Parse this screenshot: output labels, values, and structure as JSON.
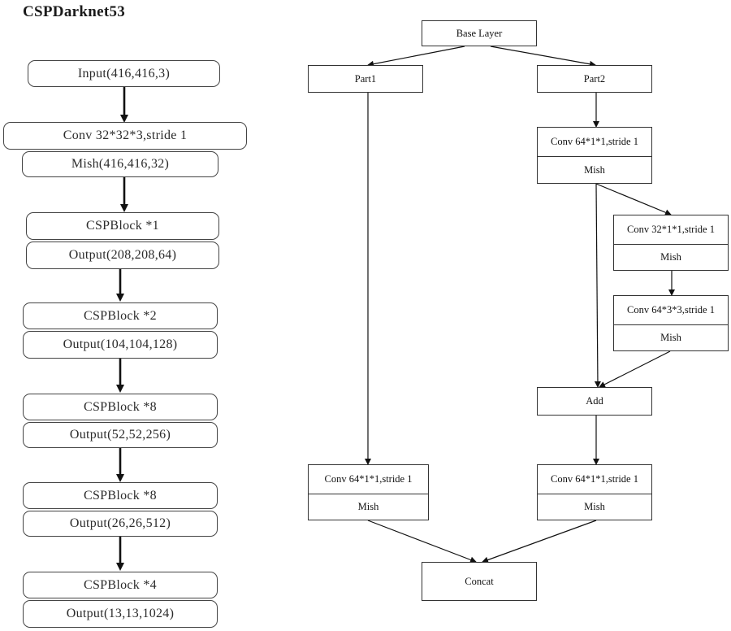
{
  "title": "CSPDarknet53",
  "left": {
    "input": "Input(416,416,3)",
    "conv": "Conv 32*32*3,stride 1",
    "mish": "Mish(416,416,32)",
    "blocks": [
      {
        "name": "CSPBlock *1",
        "output": "Output(208,208,64)"
      },
      {
        "name": "CSPBlock *2",
        "output": "Output(104,104,128)"
      },
      {
        "name": "CSPBlock *8",
        "output": "Output(52,52,256)"
      },
      {
        "name": "CSPBlock *8",
        "output": "Output(26,26,512)"
      },
      {
        "name": "CSPBlock *4",
        "output": "Output(13,13,1024)"
      }
    ]
  },
  "right": {
    "base": "Base Layer",
    "part1": "Part1",
    "part2": "Part2",
    "conv_a": {
      "conv": "Conv 64*1*1,stride 1",
      "act": "Mish"
    },
    "conv_b": {
      "conv": "Conv 32*1*1,stride 1",
      "act": "Mish"
    },
    "conv_c": {
      "conv": "Conv 64*3*3,stride 1",
      "act": "Mish"
    },
    "add": "Add",
    "conv_left": {
      "conv": "Conv 64*1*1,stride 1",
      "act": "Mish"
    },
    "conv_right": {
      "conv": "Conv 64*1*1,stride 1",
      "act": "Mish"
    },
    "concat": "Concat"
  }
}
